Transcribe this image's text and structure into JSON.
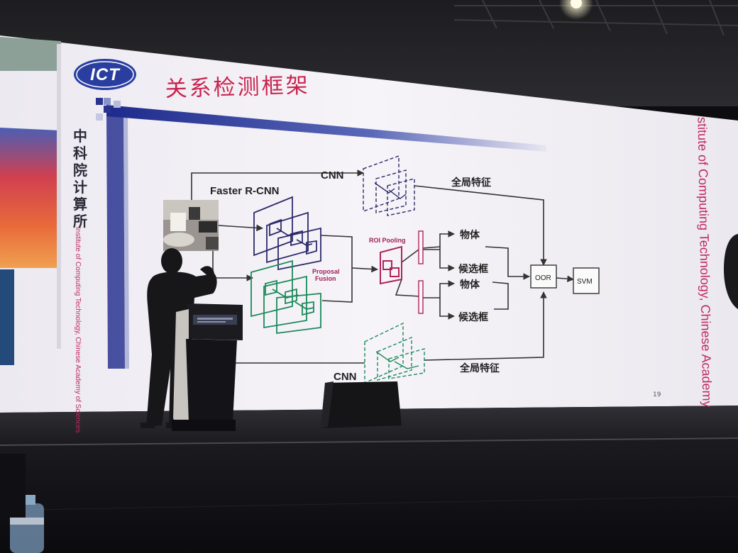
{
  "slide": {
    "title": "关系检测框架",
    "logo_text": "ICT",
    "org_cn_vertical": [
      "中",
      "科",
      "院",
      "计",
      "算",
      "所"
    ],
    "org_en_vertical_left": "Institute of Computing Technology, Chinese Academy of Sciences",
    "org_en_vertical_right": "stitute of Computing Technology, Chinese Academy",
    "page_number": "19"
  },
  "diagram": {
    "top_cnn_label": "CNN",
    "bottom_cnn_label": "CNN",
    "faster_rcnn_label": "Faster R-CNN",
    "proposal_fusion_line1": "Proposal",
    "proposal_fusion_line2": "Fusion",
    "roi_pooling_label": "ROI Pooling",
    "global_feature_top": "全局特征",
    "global_feature_bottom": "全局特征",
    "object_label_1": "物体",
    "box_label_1": "候选框",
    "object_label_2": "物体",
    "box_label_2": "候选框",
    "oor_label": "OOR",
    "svm_label": "SVM"
  },
  "colors": {
    "title": "#c8244f",
    "navy_net": "#2c2a6a",
    "green_net": "#1b8a5a",
    "roi_box": "#b0245a",
    "fusion_text": "#a0205a",
    "screen_glow": "#f4f1f6"
  }
}
